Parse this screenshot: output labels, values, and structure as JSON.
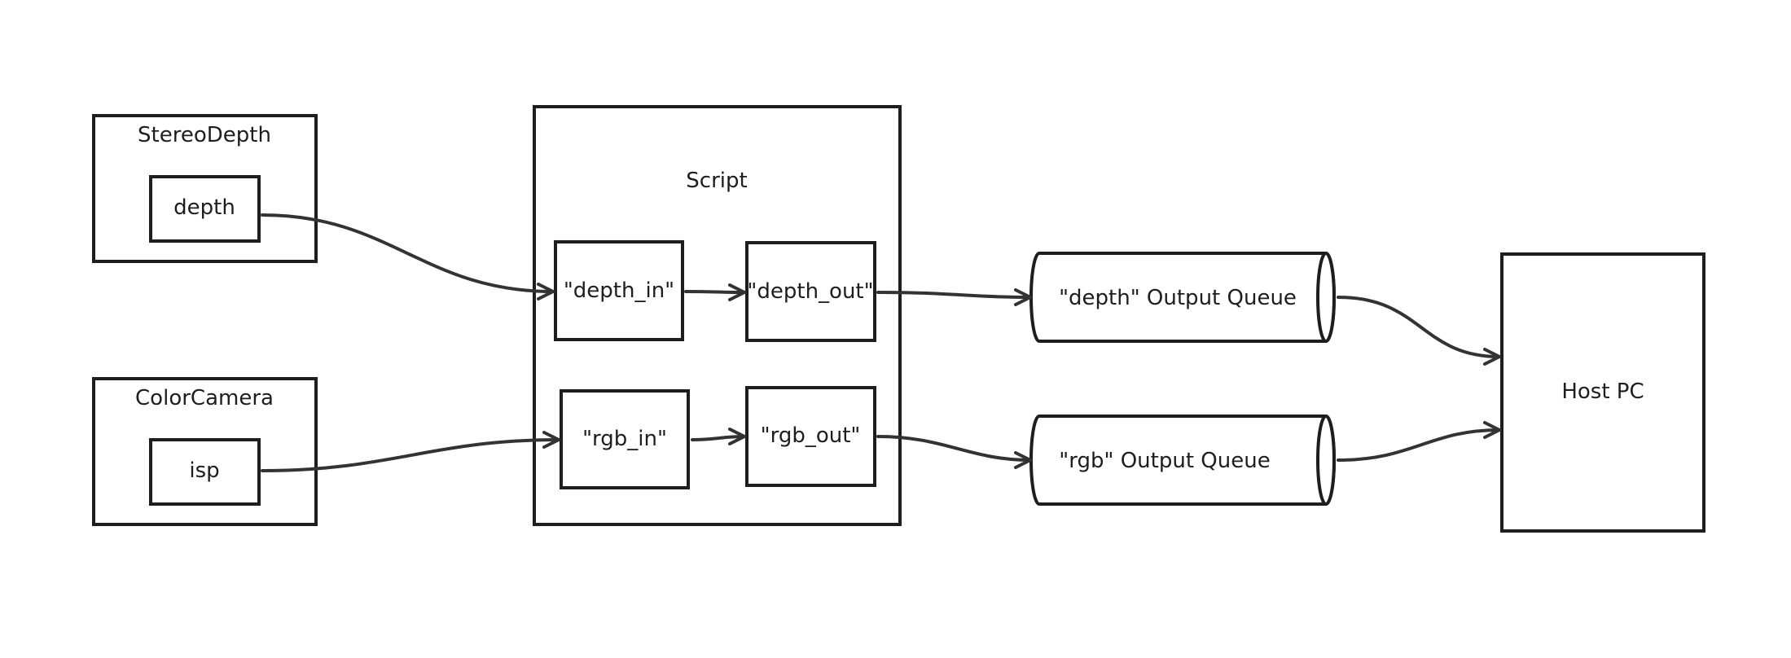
{
  "nodes": {
    "stereo_depth": {
      "label": "StereoDepth",
      "port": "depth"
    },
    "color_camera": {
      "label": "ColorCamera",
      "port": "isp"
    },
    "script": {
      "label": "Script",
      "ports": {
        "depth_in": "\"depth_in\"",
        "depth_out": "\"depth_out\"",
        "rgb_in": "\"rgb_in\"",
        "rgb_out": "\"rgb_out\""
      }
    },
    "depth_queue": {
      "label": "\"depth\" Output Queue"
    },
    "rgb_queue": {
      "label": "\"rgb\" Output Queue"
    },
    "host_pc": {
      "label": "Host PC"
    }
  },
  "edges": [
    {
      "from": "StereoDepth.depth",
      "to": "Script.depth_in"
    },
    {
      "from": "ColorCamera.isp",
      "to": "Script.rgb_in"
    },
    {
      "from": "Script.depth_in",
      "to": "Script.depth_out"
    },
    {
      "from": "Script.rgb_in",
      "to": "Script.rgb_out"
    },
    {
      "from": "Script.depth_out",
      "to": "depth Output Queue"
    },
    {
      "from": "Script.rgb_out",
      "to": "rgb Output Queue"
    },
    {
      "from": "depth Output Queue",
      "to": "Host PC"
    },
    {
      "from": "rgb Output Queue",
      "to": "Host PC"
    }
  ],
  "colors": {
    "stroke": "#1e1e1e",
    "edge": "#333333",
    "background": "#ffffff"
  }
}
